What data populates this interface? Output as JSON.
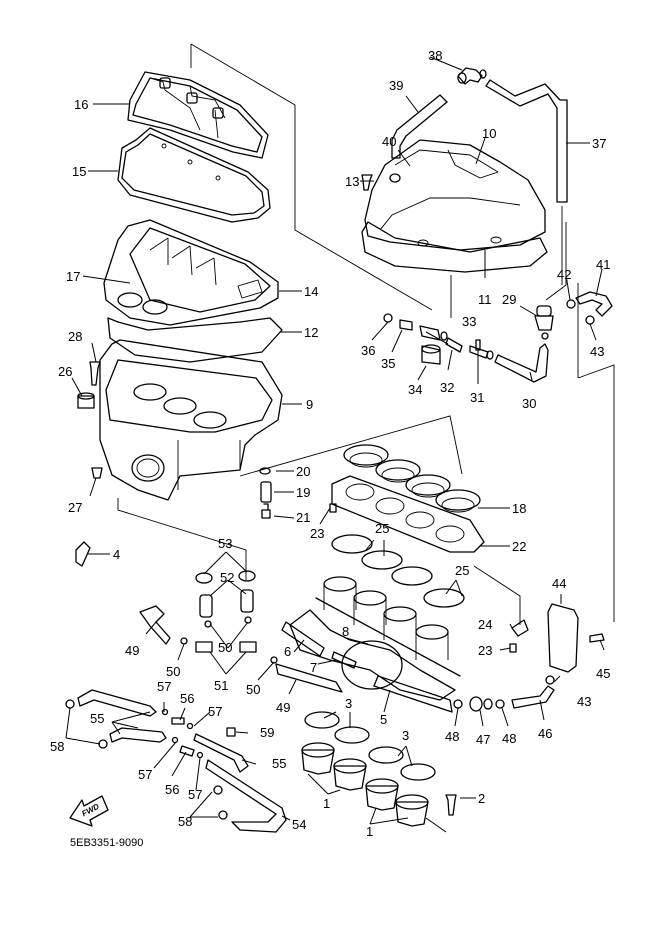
{
  "diagram": {
    "title": "Intake / Air Filter Case exploded parts diagram",
    "part_code": "5EB3351-9090",
    "direction_marker": "FWD",
    "callouts": [
      {
        "id": "c1a",
        "label": "1"
      },
      {
        "id": "c1b",
        "label": "1"
      },
      {
        "id": "c2",
        "label": "2"
      },
      {
        "id": "c3a",
        "label": "3"
      },
      {
        "id": "c3b",
        "label": "3"
      },
      {
        "id": "c4",
        "label": "4"
      },
      {
        "id": "c5",
        "label": "5"
      },
      {
        "id": "c6",
        "label": "6"
      },
      {
        "id": "c7",
        "label": "7"
      },
      {
        "id": "c8",
        "label": "8"
      },
      {
        "id": "c9",
        "label": "9"
      },
      {
        "id": "c10",
        "label": "10"
      },
      {
        "id": "c11",
        "label": "11"
      },
      {
        "id": "c12",
        "label": "12"
      },
      {
        "id": "c13",
        "label": "13"
      },
      {
        "id": "c14",
        "label": "14"
      },
      {
        "id": "c15",
        "label": "15"
      },
      {
        "id": "c16",
        "label": "16"
      },
      {
        "id": "c17",
        "label": "17"
      },
      {
        "id": "c18",
        "label": "18"
      },
      {
        "id": "c19",
        "label": "19"
      },
      {
        "id": "c20",
        "label": "20"
      },
      {
        "id": "c21",
        "label": "21"
      },
      {
        "id": "c22",
        "label": "22"
      },
      {
        "id": "c23a",
        "label": "23"
      },
      {
        "id": "c23b",
        "label": "23"
      },
      {
        "id": "c24",
        "label": "24"
      },
      {
        "id": "c25a",
        "label": "25"
      },
      {
        "id": "c25b",
        "label": "25"
      },
      {
        "id": "c26",
        "label": "26"
      },
      {
        "id": "c27",
        "label": "27"
      },
      {
        "id": "c28",
        "label": "28"
      },
      {
        "id": "c29",
        "label": "29"
      },
      {
        "id": "c30",
        "label": "30"
      },
      {
        "id": "c31",
        "label": "31"
      },
      {
        "id": "c32",
        "label": "32"
      },
      {
        "id": "c33",
        "label": "33"
      },
      {
        "id": "c34",
        "label": "34"
      },
      {
        "id": "c35",
        "label": "35"
      },
      {
        "id": "c36",
        "label": "36"
      },
      {
        "id": "c37",
        "label": "37"
      },
      {
        "id": "c38",
        "label": "38"
      },
      {
        "id": "c39",
        "label": "39"
      },
      {
        "id": "c40",
        "label": "40"
      },
      {
        "id": "c41",
        "label": "41"
      },
      {
        "id": "c42",
        "label": "42"
      },
      {
        "id": "c43a",
        "label": "43"
      },
      {
        "id": "c43b",
        "label": "43"
      },
      {
        "id": "c44",
        "label": "44"
      },
      {
        "id": "c45",
        "label": "45"
      },
      {
        "id": "c46",
        "label": "46"
      },
      {
        "id": "c47",
        "label": "47"
      },
      {
        "id": "c48a",
        "label": "48"
      },
      {
        "id": "c48b",
        "label": "48"
      },
      {
        "id": "c49a",
        "label": "49"
      },
      {
        "id": "c49b",
        "label": "49"
      },
      {
        "id": "c50a",
        "label": "50"
      },
      {
        "id": "c50b",
        "label": "50"
      },
      {
        "id": "c50c",
        "label": "50"
      },
      {
        "id": "c51",
        "label": "51"
      },
      {
        "id": "c52",
        "label": "52"
      },
      {
        "id": "c53",
        "label": "53"
      },
      {
        "id": "c54",
        "label": "54"
      },
      {
        "id": "c55a",
        "label": "55"
      },
      {
        "id": "c55b",
        "label": "55"
      },
      {
        "id": "c56a",
        "label": "56"
      },
      {
        "id": "c56b",
        "label": "56"
      },
      {
        "id": "c57a",
        "label": "57"
      },
      {
        "id": "c57b",
        "label": "57"
      },
      {
        "id": "c57c",
        "label": "57"
      },
      {
        "id": "c57d",
        "label": "57"
      },
      {
        "id": "c58a",
        "label": "58"
      },
      {
        "id": "c58b",
        "label": "58"
      },
      {
        "id": "c59",
        "label": "59"
      }
    ]
  }
}
